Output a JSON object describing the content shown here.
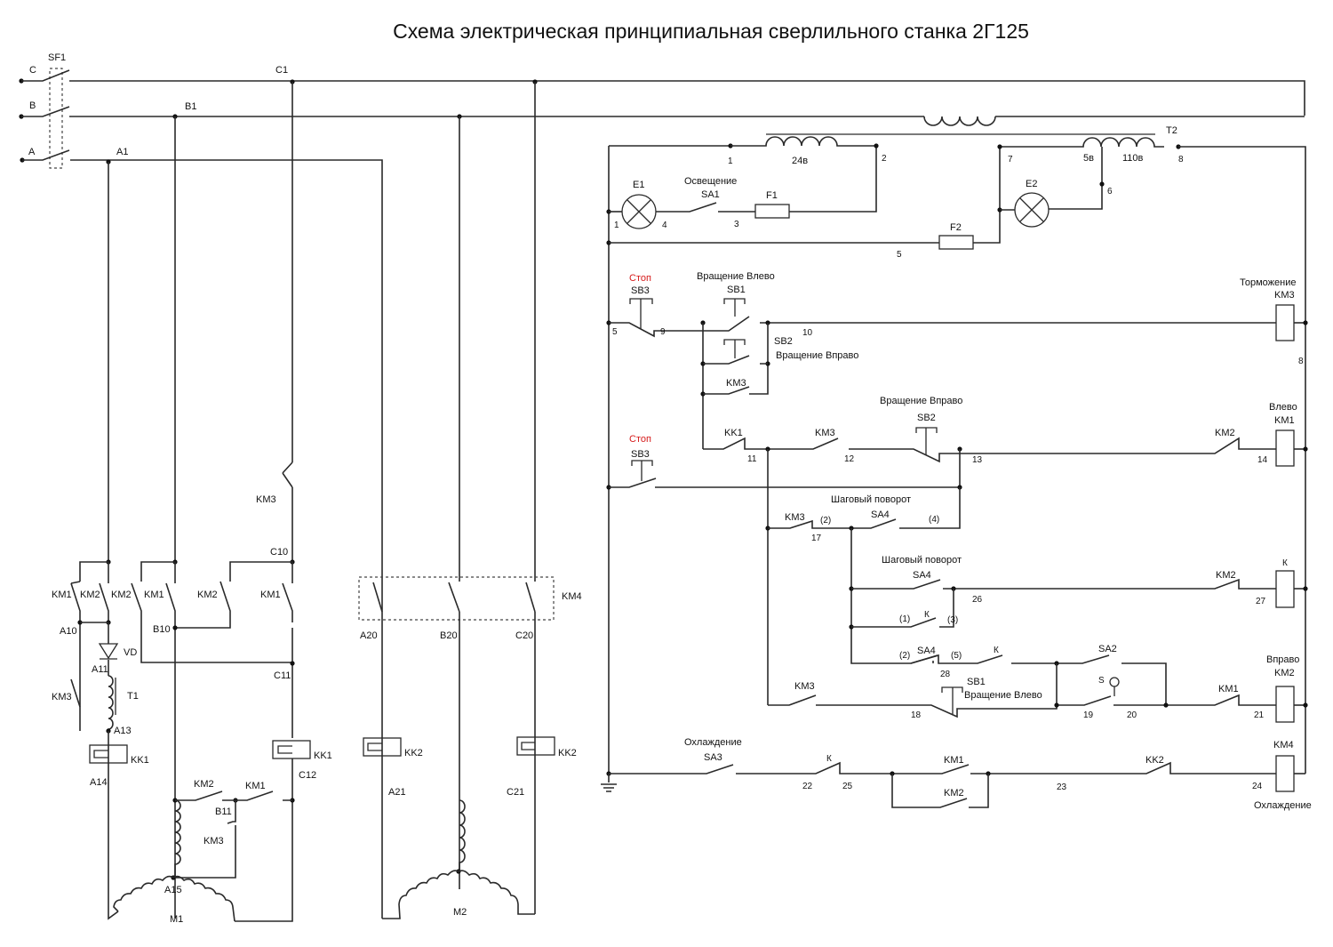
{
  "title": "Схема электрическая принципиальная сверлильного станка 2Г125",
  "colors": {
    "wire": "#2a2a2a",
    "stop_label": "#d61c1c",
    "background": "#ffffff"
  },
  "power": {
    "phases": [
      "C",
      "B",
      "A"
    ],
    "breaker": "SF1",
    "nodes": {
      "c1": "C1",
      "b1": "B1",
      "a1": "A1",
      "a10": "A10",
      "a11": "A11",
      "a13": "A13",
      "a14": "A14",
      "a15": "A15",
      "b10": "B10",
      "b11": "B11",
      "c10": "C10",
      "c11": "C11",
      "c12": "C12",
      "a20": "A20",
      "b20": "B20",
      "c20": "C20",
      "a21": "A21",
      "c21": "C21"
    },
    "components": {
      "km1": "KM1",
      "km2": "KM2",
      "km3": "KM3",
      "km4": "KM4",
      "kk1": "KK1",
      "kk2": "KK2",
      "vd": "VD",
      "t1": "T1",
      "m1": "M1",
      "m2": "M2"
    }
  },
  "lighting": {
    "t2": "T2",
    "v24": "24в",
    "v5": "5в",
    "v110": "110в",
    "e1": "E1",
    "e2": "E2",
    "sa1": "SA1",
    "sa1_caption": "Освещение",
    "f1": "F1",
    "f2": "F2",
    "wires": [
      "1",
      "2",
      "3",
      "4",
      "5",
      "6",
      "7",
      "8"
    ]
  },
  "control": {
    "stop": "Стоп",
    "sb1": "SB1",
    "sb2": "SB2",
    "sb3": "SB3",
    "rot_left": "Вращение Влево",
    "rot_right": "Вращение Вправо",
    "braking": "Торможение",
    "left": "Влево",
    "right": "Вправо",
    "step": "Шаговый поворот",
    "cooling": "Охлаждение",
    "sa2": "SA2",
    "sa3": "SA3",
    "sa4": "SA4",
    "s": "S",
    "k": "К",
    "km1": "KM1",
    "km2": "KM2",
    "km3": "KM3",
    "km4": "KM4",
    "kk1": "KK1",
    "kk2": "KK2",
    "wires": [
      "5",
      "9",
      "10",
      "11",
      "12",
      "13",
      "14",
      "17",
      "18",
      "19",
      "20",
      "21",
      "22",
      "23",
      "24",
      "25",
      "26",
      "27",
      "28",
      "8"
    ],
    "pins": [
      "(1)",
      "(2)",
      "(3)",
      "(4)",
      "(5)"
    ]
  }
}
